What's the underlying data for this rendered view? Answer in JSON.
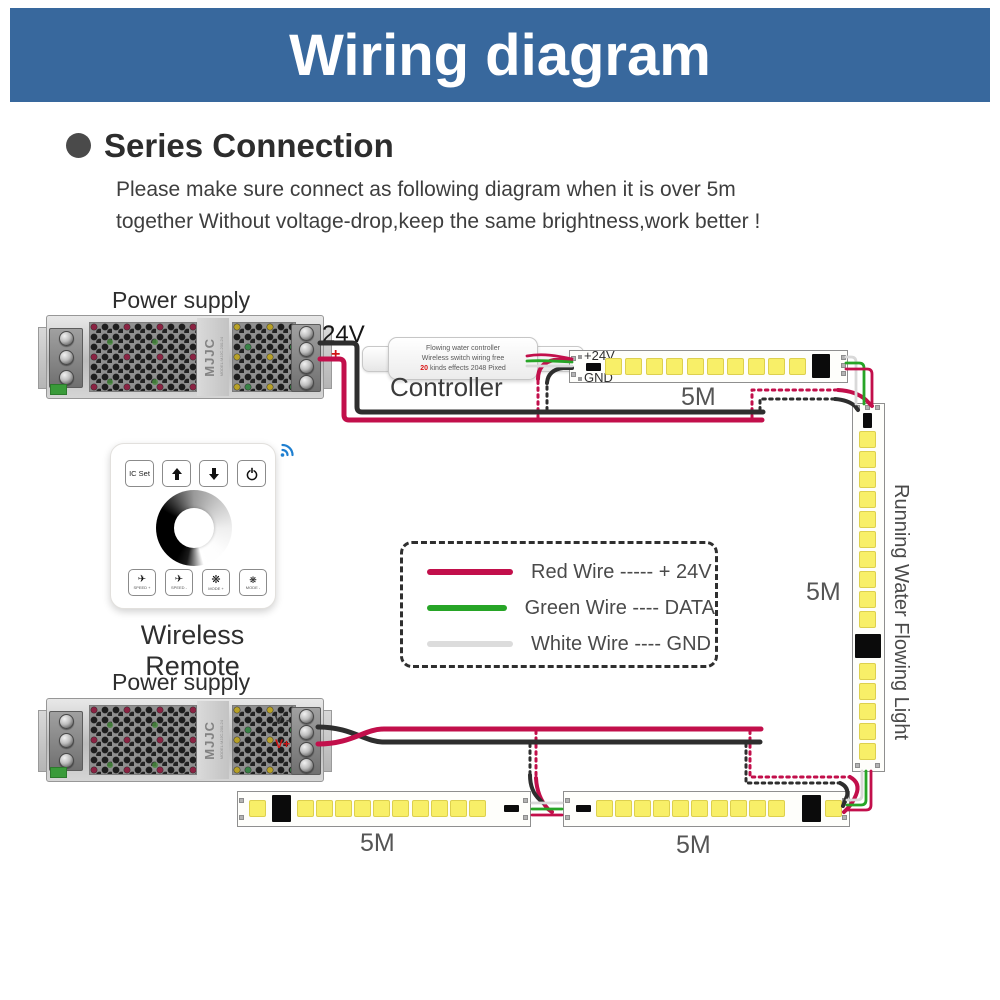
{
  "colors": {
    "banner": "#38689d",
    "wire_red": "#c20f4b",
    "wire_green": "#27a527",
    "wire_white": "#d9d9d9",
    "wire_black": "#2e2e2e",
    "led_yellow": "#f8ef68",
    "wifi_blue": "#1f7fd0"
  },
  "banner": {
    "title": "Wiring diagram"
  },
  "section": {
    "heading": "Series Connection",
    "line1": "Please make sure connect as following diagram when it is over 5m",
    "line2": "together Without voltage-drop,keep the same brightness,work better !"
  },
  "psu_top": {
    "label": "Power supply",
    "output_voltage": "24V",
    "plus": "+"
  },
  "psu_bottom": {
    "label": "Power supply",
    "v_minus": "V -",
    "v_plus": "V+"
  },
  "psu_common": {
    "brand": "MJJC",
    "model": "MODEL:MJJC-200-24"
  },
  "controller": {
    "label": "Controller",
    "line1": "Flowing water controller",
    "line2": "Wireless switch wiring free",
    "line3_highlight": "20",
    "line3_rest": " kinds effects 2048 Pixed"
  },
  "remote": {
    "label": "Wireless Remote",
    "btn_ic_set": "IC Set",
    "btn_speed_plus": "SPEED +",
    "btn_speed_minus": "SPEED -",
    "btn_mode_plus": "MODE +",
    "btn_mode_minus": "MODE -"
  },
  "strips": {
    "top": {
      "plus_label": "+24V",
      "gnd_label": "GND",
      "length": "5M",
      "led_count": 10
    },
    "vertical": {
      "length": "5M",
      "side_label": "Running Water Flowing Light",
      "led_count_top": 10,
      "led_count_bottom": 5
    },
    "bottom_left": {
      "length": "5M",
      "led_count_start": 1,
      "led_count": 10
    },
    "bottom_middle": {
      "length": "5M",
      "led_count": 10,
      "led_count_end": 1
    }
  },
  "legend": {
    "items": [
      {
        "color": "#c20f4b",
        "label": "Red Wire ----- + 24V"
      },
      {
        "color": "#27a527",
        "label": "Green Wire ---- DATA"
      },
      {
        "color": "#dcdcdc",
        "label": "White Wire ---- GND"
      }
    ]
  }
}
